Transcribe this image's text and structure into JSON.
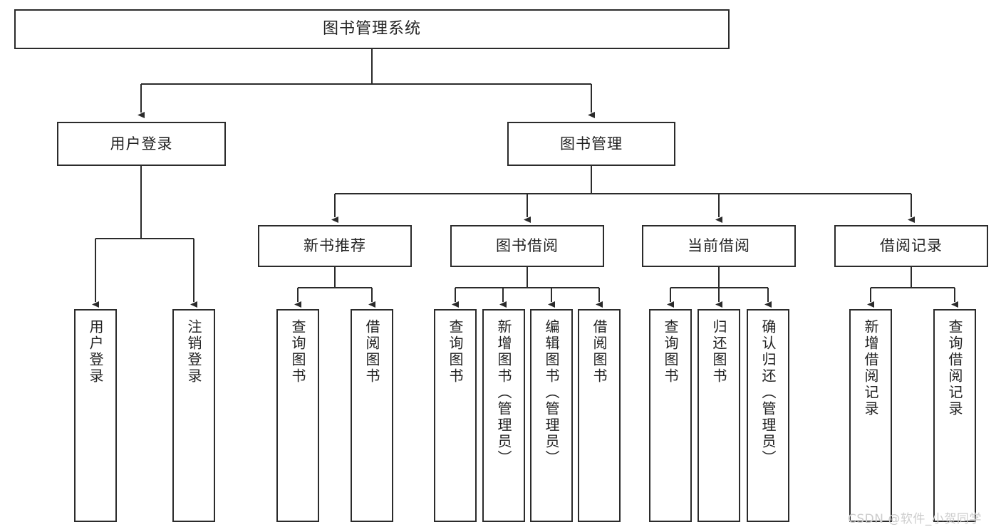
{
  "diagram": {
    "type": "tree-hierarchy-chart",
    "title": "图书管理系统",
    "accent_color": "#2b2b2b",
    "background_color": "#ffffff",
    "watermark": "CSDN @软件_小贺同学",
    "nodes": {
      "root": {
        "label": "图书管理系统"
      },
      "level2": [
        {
          "label": "用户登录"
        },
        {
          "label": "图书管理"
        }
      ],
      "level3": [
        {
          "label": "新书推荐"
        },
        {
          "label": "图书借阅"
        },
        {
          "label": "当前借阅"
        },
        {
          "label": "借阅记录"
        }
      ],
      "leaves": {
        "user_login": [
          {
            "label": "用户登录"
          },
          {
            "label": "注销登录"
          }
        ],
        "new_book_recommend": [
          {
            "label": "查询图书"
          },
          {
            "label": "借阅图书"
          }
        ],
        "book_borrow": [
          {
            "label": "查询图书"
          },
          {
            "label": "新增图书（管理员）"
          },
          {
            "label": "编辑图书（管理员）"
          },
          {
            "label": "借阅图书"
          }
        ],
        "current_borrow": [
          {
            "label": "查询图书"
          },
          {
            "label": "归还图书"
          },
          {
            "label": "确认归还（管理员）"
          }
        ],
        "borrow_record": [
          {
            "label": "新增借阅记录"
          },
          {
            "label": "查询借阅记录"
          }
        ]
      }
    }
  }
}
